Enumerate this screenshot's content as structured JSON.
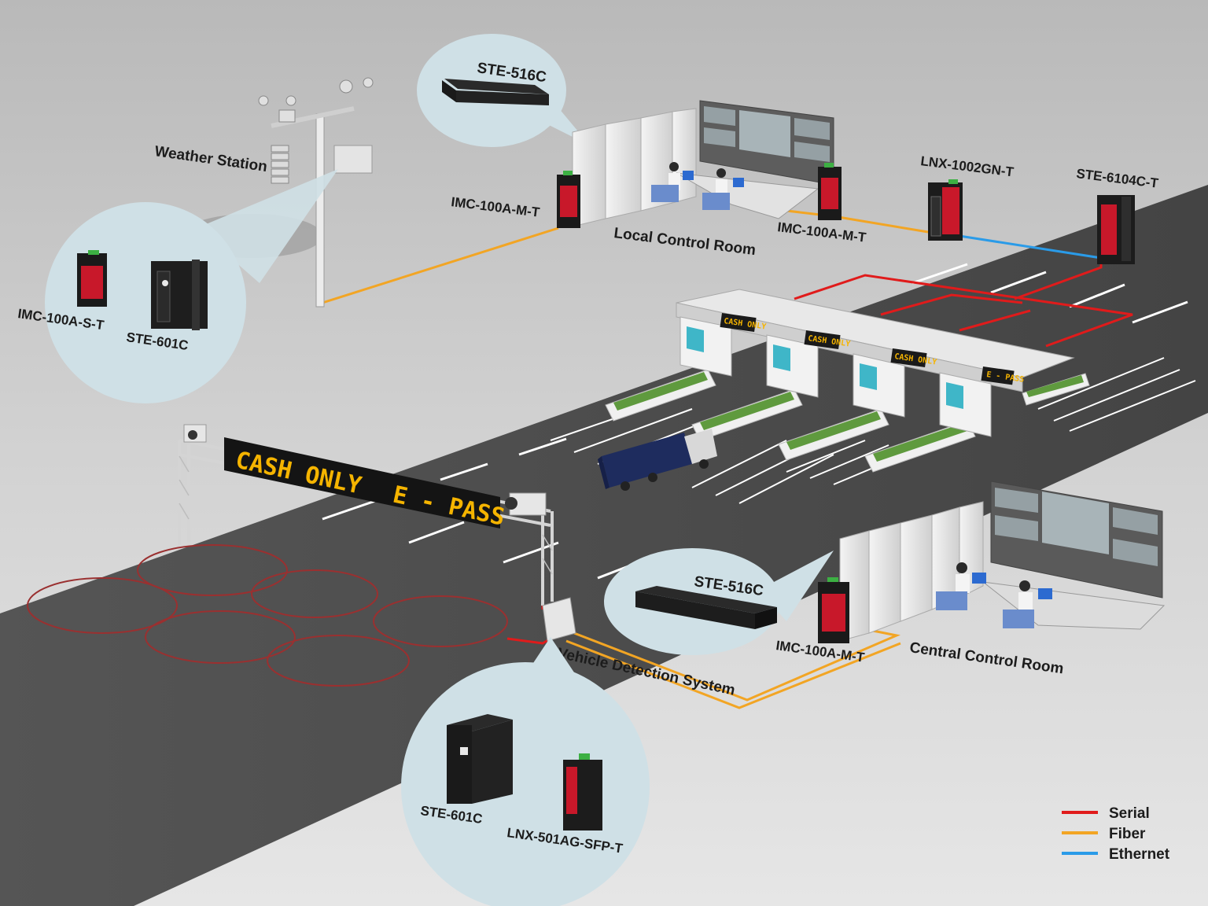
{
  "labels": {
    "weather_station": "Weather Station",
    "ste516c_top": "STE-516C",
    "imc100am_left": "IMC-100A-M-T",
    "local_control_room": "Local Control Room",
    "imc100am_right": "IMC-100A-M-T",
    "lnx1002gn": "LNX-1002GN-T",
    "ste6104c": "STE-6104C-T",
    "imc100as": "IMC-100A-S-T",
    "ste601c_left": "STE-601C",
    "ste516c_bottom": "STE-516C",
    "imc100am_bottom": "IMC-100A-M-T",
    "central_control_room": "Central Control Room",
    "vehicle_detection_system": "Vehicle Detection System",
    "ste601c_bottom": "STE-601C",
    "lnx501ag": "LNX-501AG-SFP-T"
  },
  "signs": {
    "overhead_left": "CASH ONLY",
    "overhead_right": "E - PASS",
    "booth_1": "CASH ONLY",
    "booth_2": "CASH ONLY",
    "booth_3": "CASH ONLY",
    "booth_4": "E - PASS"
  },
  "legend": {
    "items": [
      {
        "label": "Serial",
        "color": "#e01b1b"
      },
      {
        "label": "Fiber",
        "color": "#f2a524"
      },
      {
        "label": "Ethernet",
        "color": "#2a9be8"
      }
    ]
  },
  "colors": {
    "serial": "#e01b1b",
    "fiber": "#f2a524",
    "ethernet": "#2a9be8",
    "road": "#4a4a4a",
    "bubble": "#cfe0e6",
    "led_text": "#f5b400",
    "device_red": "#c8182a"
  }
}
